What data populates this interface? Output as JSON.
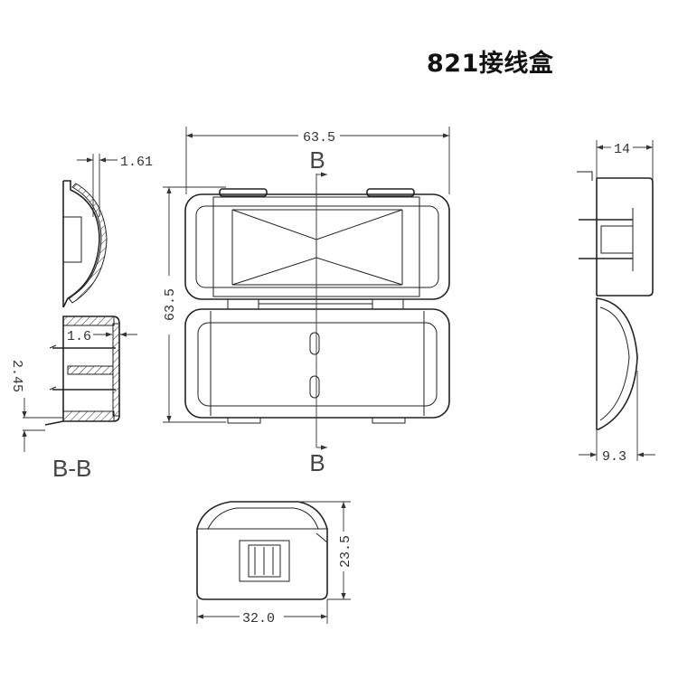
{
  "title": "821接线盒",
  "front_view": {
    "width_dim": "63.5",
    "height_dim": "63.5",
    "section_mark_top": "B",
    "section_mark_bottom": "B"
  },
  "section_view": {
    "label": "B-B",
    "dim_wall_top": "1.61",
    "dim_wall": "1.6",
    "dim_pin": "2.45"
  },
  "side_view": {
    "depth_dim": "14",
    "cap_dim": "9.3"
  },
  "bottom_view": {
    "width_dim": "32.0",
    "height_dim": "23.5"
  }
}
